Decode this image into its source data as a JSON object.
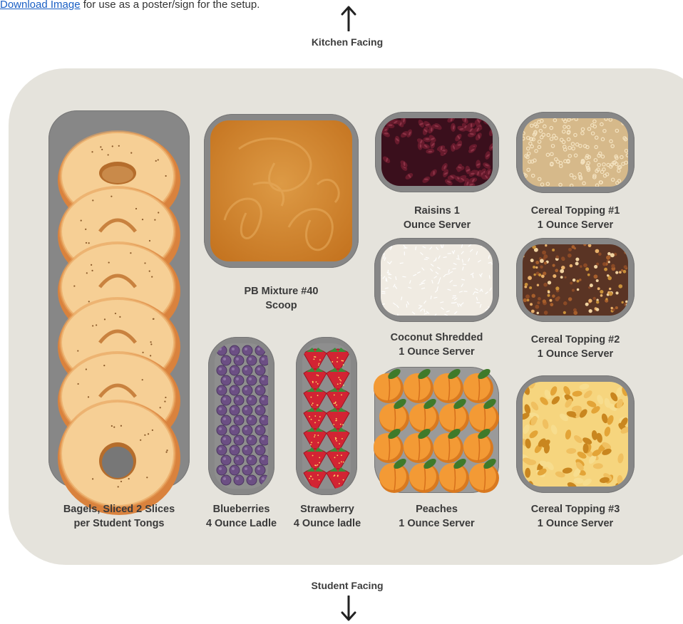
{
  "header": {
    "link_text": "Download Image",
    "link_suffix": " for use as a poster/sign for the setup."
  },
  "orientation": {
    "top_label": "Kitchen Facing",
    "bottom_label": "Student Facing"
  },
  "stations": {
    "bagels": {
      "line1": "Bagels, Sliced 2 Slices",
      "line2": "per Student Tongs"
    },
    "pb": {
      "line1": "PB Mixture #40",
      "line2": "Scoop"
    },
    "raisins": {
      "line1": "Raisins 1",
      "line2": "Ounce Server"
    },
    "cereal1": {
      "line1": "Cereal Topping #1",
      "line2": "1 Ounce Server"
    },
    "coconut": {
      "line1": "Coconut Shredded",
      "line2": "1 Ounce Server"
    },
    "cereal2": {
      "line1": "Cereal Topping #2",
      "line2": "1 Ounce Server"
    },
    "blueberries": {
      "line1": "Blueberries",
      "line2": "4 Ounce Ladle"
    },
    "strawberry": {
      "line1": "Strawberry",
      "line2": "4 Ounce ladle"
    },
    "peaches": {
      "line1": "Peaches",
      "line2": "1 Ounce Server"
    },
    "cereal3": {
      "line1": "Cereal Topping #3",
      "line2": "1 Ounce Server"
    }
  },
  "colors": {
    "board": "#e5e3dc",
    "tray": "#878787",
    "bagel": "#f6cf95",
    "bagel_edge": "#d9823d",
    "pb": "#d2852d",
    "raisins_bg": "#3a0f1c",
    "raisin": "#661a2c",
    "cereal1": "#d6b98a",
    "coconut": "#f0ebe2",
    "cereal2": "#5a3424",
    "blueberry": "#6c4f84",
    "strawberry": "#d22433",
    "peach": "#f39a35",
    "leaf": "#3f7a2a",
    "cereal3": "#f6d57e"
  }
}
